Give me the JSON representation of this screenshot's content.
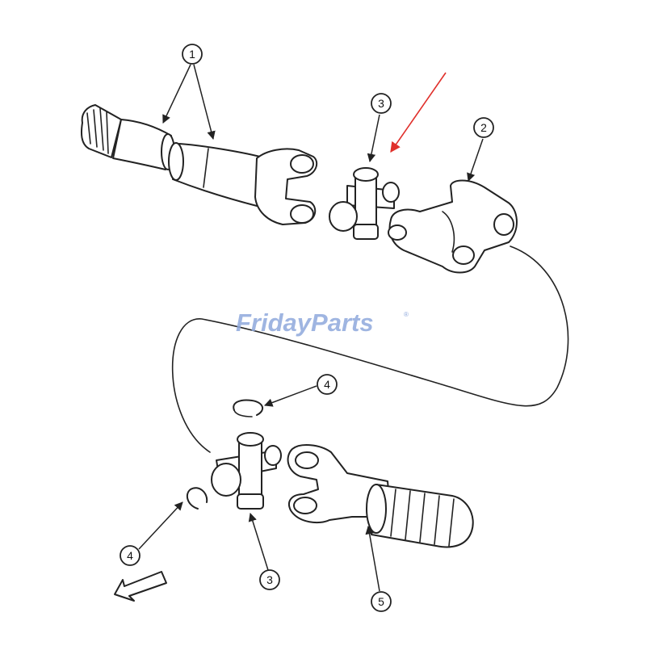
{
  "watermark": {
    "text": "FridayParts",
    "registered": "®",
    "color": "#8fa9dc"
  },
  "accent": {
    "arrow_color": "#e0302b"
  },
  "callouts": [
    {
      "label": "1",
      "part": "drive shaft tube"
    },
    {
      "label": "2",
      "part": "yoke bracket"
    },
    {
      "label": "3",
      "part": "universal joint cross"
    },
    {
      "label": "4",
      "part": "retaining ring"
    },
    {
      "label": "5",
      "part": "splined yoke"
    }
  ],
  "labels": {
    "c1": "1",
    "c2": "2",
    "c3_top": "3",
    "c3_bottom": "3",
    "c4_top": "4",
    "c4_bottom": "4",
    "c5": "5"
  }
}
